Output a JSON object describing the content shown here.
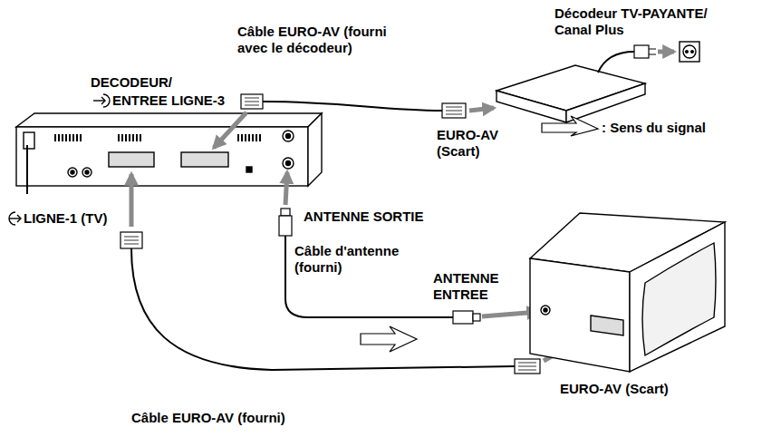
{
  "diagram": {
    "labels": [
      "Décodeur TV-PAYANTE/ Canal Plus",
      "Câble EURO-AV (fourni avec le décodeur)",
      "DECODEUR/",
      "ENTREE LIGNE-3",
      "EURO-AV (Scart)",
      "LIGNE-1 (TV)",
      "ANTENNE SORTIE",
      "Câble d'antenne (fourni)",
      "ANTENNE ENTREE",
      "Câble EURO-AV (fourni)",
      "EURO-AV (Scart)"
    ],
    "legend": [
      {
        "text": ": Sens du signal"
      }
    ]
  }
}
